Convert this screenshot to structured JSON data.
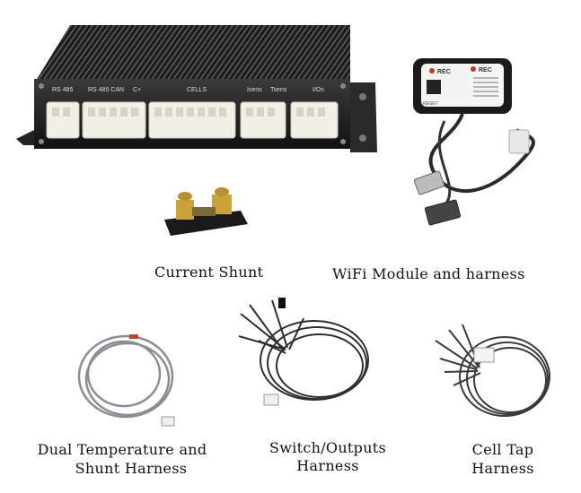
{
  "bms_unit": {
    "port_labels": [
      "RS 485",
      "RS 485 CAN",
      "C+",
      "CELLS",
      "Isens",
      "Tsens",
      "I/Os"
    ]
  },
  "wifi_module": {
    "brand_left": "REC",
    "brand_right": "REC",
    "small_label": "RESET"
  },
  "captions": {
    "current_shunt": "Current Shunt",
    "wifi": "WiFi Module and harness",
    "dual_temp_line1": "Dual Temperature and",
    "dual_temp_line2": "Shunt Harness",
    "switch_line1": "Switch/Outputs",
    "switch_line2": "Harness",
    "cell_tap_line1": "Cell Tap",
    "cell_tap_line2": "Harness"
  }
}
